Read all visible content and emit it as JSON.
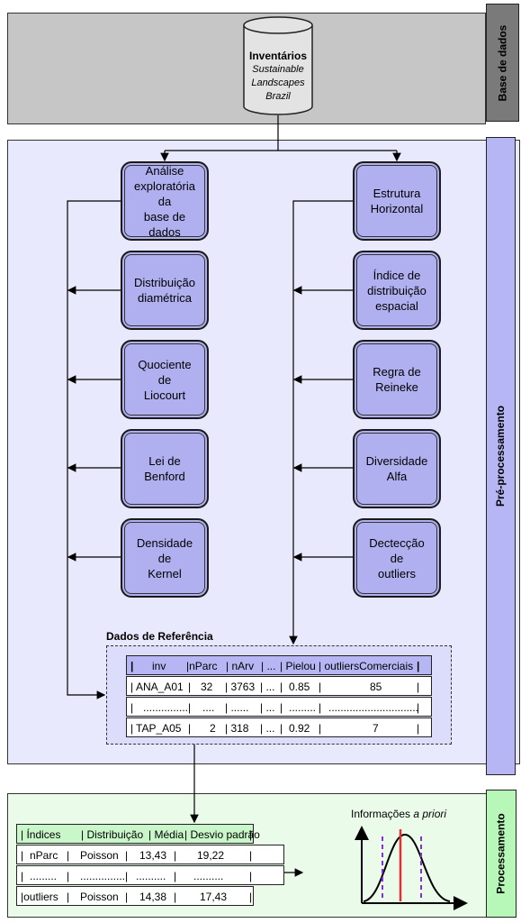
{
  "db_panel": {
    "label": "Base de dados",
    "db_title": "Inventários",
    "db_lines": [
      "Sustainable",
      "Landscapes",
      "Brazil"
    ]
  },
  "pre_panel": {
    "label": "Pré-processamento",
    "left_boxes": [
      [
        "Análise",
        "exploratória da",
        "base de dados"
      ],
      [
        "Distribuição",
        "diamétrica"
      ],
      [
        "Quociente de",
        "Liocourt"
      ],
      [
        "Lei de Benford"
      ],
      [
        "Densidade de",
        "Kernel"
      ]
    ],
    "right_boxes": [
      [
        "Estrutura",
        "Horizontal"
      ],
      [
        "Índice de",
        "distribuição",
        "espacial"
      ],
      [
        "Regra de",
        "Reineke"
      ],
      [
        "Diversidade",
        "Alfa"
      ],
      [
        "Dectecção de",
        "outliers"
      ]
    ],
    "ref_title": "Dados de Referência",
    "ref_table": {
      "header": [
        "|",
        "inv",
        "|nParc",
        "| nArv",
        "| ...",
        "| Pielou",
        "| outliersComerciais",
        "|"
      ],
      "rows": [
        [
          "|",
          "ANA_A01",
          "|",
          "32",
          "| 3763",
          "| ...",
          "|",
          "0.85",
          "|",
          "85",
          "|"
        ],
        [
          "|",
          "...............",
          "|",
          "....",
          "| ......",
          "| ...",
          "|",
          ".........",
          "|",
          "..............................",
          "|"
        ],
        [
          "|",
          "TAP_A05",
          "|",
          "2",
          "| 318",
          "| ...",
          "|",
          "0.92",
          "|",
          "7",
          "|"
        ]
      ]
    }
  },
  "proc_panel": {
    "label": "Processamento",
    "table": {
      "header": [
        "| Índices",
        "| Distribuição",
        "| Média",
        "| Desvio padrão",
        "|"
      ],
      "rows": [
        [
          "|",
          "nParc",
          "|",
          "Poisson",
          "|",
          "13,43",
          "|",
          "19,22",
          "|"
        ],
        [
          "|",
          ".........",
          "|",
          "...............",
          "|",
          "..........",
          "|",
          "..........",
          "|"
        ],
        [
          "|outliers",
          "|",
          "Poisson",
          "|",
          "14,38",
          "|",
          "17,43",
          "|"
        ]
      ]
    },
    "apriori_prefix": "Informações ",
    "apriori_italic": "a priori"
  },
  "colors": {
    "db_bg": "#c6c6c6",
    "db_label_bg": "#7a7a7a",
    "pre_bg": "#e9e9fe",
    "pre_label_bg": "#b6b6f4",
    "box_bg": "#b0b0f0",
    "ref_bg": "#dcdcfb",
    "ref_header_bg": "#b6b6f4",
    "proc_bg": "#eafbea",
    "proc_label_bg": "#b7f7b7",
    "proc_header_bg": "#c9f7c9",
    "curve_red": "#e23030",
    "curve_dash": "#8a2be2"
  }
}
